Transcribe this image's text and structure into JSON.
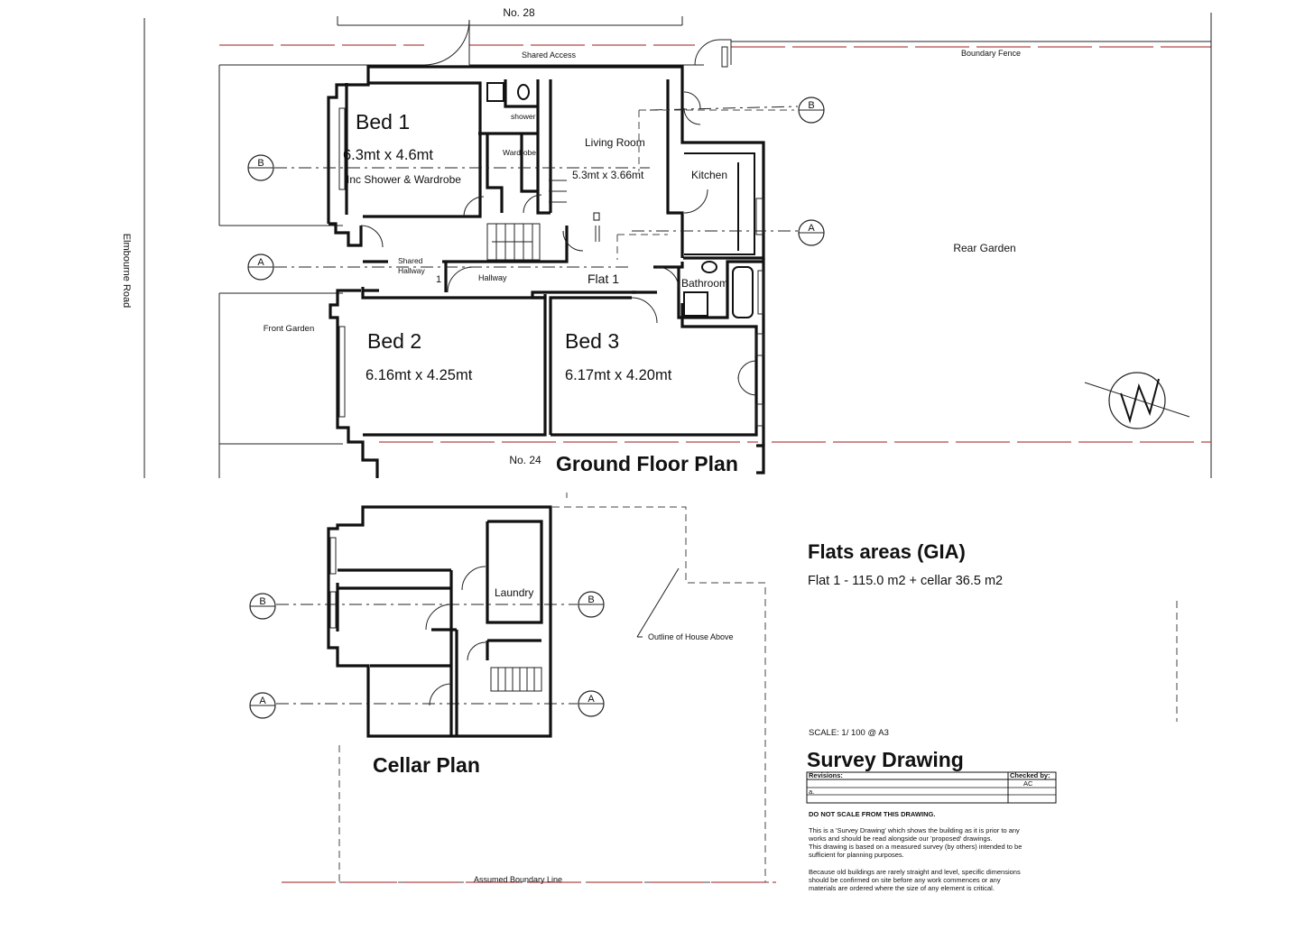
{
  "plan_labels": {
    "no28": "No. 28",
    "shared_access": "Shared Access",
    "boundary_fence": "Boundary Fence",
    "road": "Elmbourne Road",
    "rear_garden": "Rear Garden",
    "front_garden": "Front Garden",
    "no24": "No. 24",
    "ground_floor_plan": "Ground Floor Plan",
    "cellar_plan": "Cellar Plan",
    "outline_house_above": "Outline of House Above",
    "assumed_boundary_line": "Assumed Boundary Line"
  },
  "rooms": {
    "bed1": {
      "name": "Bed 1",
      "dims": "6.3mt x 4.6mt",
      "note": "Inc Shower & Wardrobe"
    },
    "shower": "shower",
    "wardrobe": "Wardrobe",
    "living_room": {
      "name": "Living Room",
      "dims": "5.3mt x 3.66mt"
    },
    "kitchen": "Kitchen",
    "shared_hallway_1": "Shared",
    "shared_hallway_2": "Hallway",
    "hallway": "Hallway",
    "stair_number": "1",
    "flat1": "Flat 1",
    "bathroom": "Bathroom",
    "bed2": {
      "name": "Bed 2",
      "dims": "6.16mt x 4.25mt"
    },
    "bed3": {
      "name": "Bed 3",
      "dims": "6.17mt x 4.20mt"
    },
    "laundry": "Laundry"
  },
  "markers": {
    "a": "A",
    "b": "B"
  },
  "info": {
    "flats_title": "Flats areas (GIA)",
    "flat1_area": "Flat 1  - 115.0 m2 + cellar 36.5 m2",
    "scale": "SCALE: 1/ 100  @ A3",
    "survey_title": "Survey Drawing",
    "revisions_header": "Revisions:",
    "checked_header": "Checked by:",
    "checked_value": "AC",
    "revision_a": "a.",
    "warning": "DO NOT SCALE FROM THIS DRAWING.",
    "para1": [
      "This is a 'Survey Drawing' which shows the building as it is prior to any",
      "works and should be read alongside our 'proposed' drawings.",
      "This drawing is based on a measured survey (by others) intended to be",
      "sufficient for planning purposes."
    ],
    "para2": [
      "Because old buildings are rarely straight and level, specific dimensions",
      "should be confirmed on site before any work commences or any",
      "materials are ordered where the size of any element is critical."
    ]
  },
  "icons": {
    "north": "north-arrow-icon"
  }
}
